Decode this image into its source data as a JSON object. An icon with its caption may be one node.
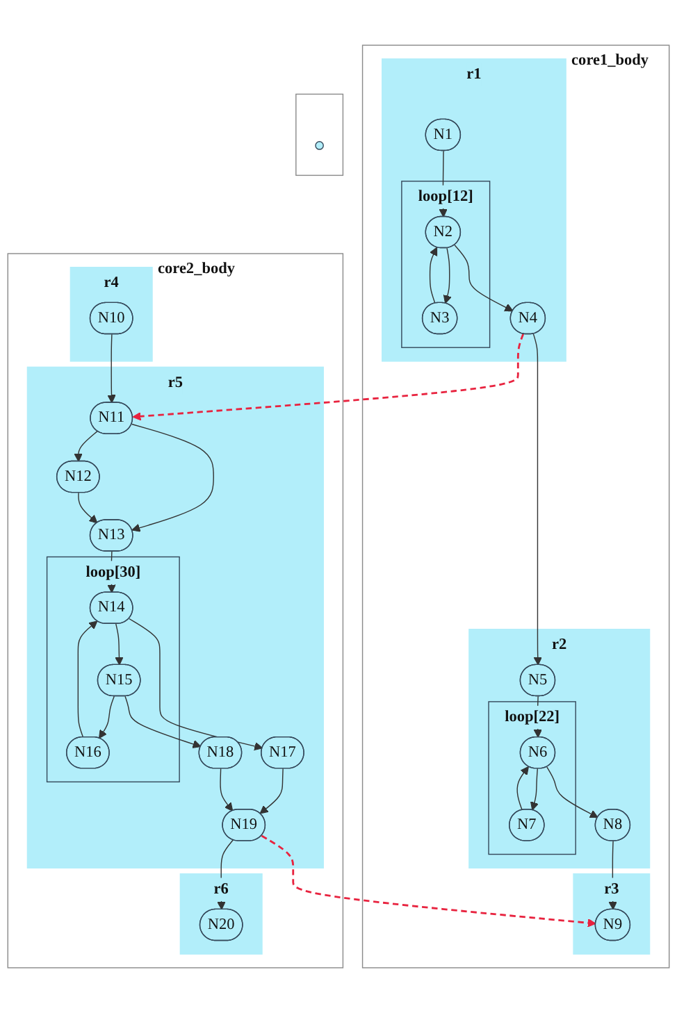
{
  "diagram": {
    "nodes": [
      {
        "text": [
          "core1_body"
        ]
      },
      {
        "text": [
          "r1"
        ],
        "in": 0
      },
      {
        "text": [
          "N1"
        ],
        "in": 1
      },
      {
        "text": [
          "loop[12]"
        ],
        "in": 1
      },
      {
        "text": [
          "N2"
        ],
        "in": 3
      },
      {
        "text": [
          "N3"
        ],
        "in": 3
      },
      {
        "text": [
          "N4"
        ],
        "in": 1
      },
      {
        "text": [
          "r2"
        ],
        "in": 0
      },
      {
        "text": [
          "N5"
        ],
        "in": 7
      },
      {
        "text": [
          "loop[22]"
        ],
        "in": 7
      },
      {
        "text": [
          "N6"
        ],
        "in": 9
      },
      {
        "text": [
          "N7"
        ],
        "in": 9
      },
      {
        "text": [
          "N8"
        ],
        "in": 7
      },
      {
        "text": [
          "r3"
        ],
        "in": 0
      },
      {
        "text": [
          "N9"
        ],
        "in": 13
      },
      {
        "text": [
          "core2_body"
        ]
      },
      {
        "text": [
          "r4"
        ],
        "in": 15
      },
      {
        "text": [
          "N10"
        ],
        "in": 16
      },
      {
        "text": [
          "r5"
        ],
        "in": 15
      },
      {
        "text": [
          "N11"
        ],
        "in": 18
      },
      {
        "text": [
          "N12"
        ],
        "in": 18
      },
      {
        "text": [
          "N13"
        ],
        "in": 18
      },
      {
        "text": [
          "loop[30]"
        ],
        "in": 18
      },
      {
        "text": [
          "N14"
        ],
        "in": 22
      },
      {
        "text": [
          "N15"
        ],
        "in": 22
      },
      {
        "text": [
          "N16"
        ],
        "in": 22
      },
      {
        "text": [
          "N17"
        ],
        "in": 18
      },
      {
        "text": [
          "N18"
        ],
        "in": 18
      },
      {
        "text": [
          "N19"
        ],
        "in": 18
      },
      {
        "text": [
          "r6"
        ],
        "in": 15
      },
      {
        "text": [
          "N20"
        ],
        "in": 29
      },
      {
        "text": [],
        "shape": "box"
      },
      {
        "text": [],
        "shape": "circle",
        "in": 31
      }
    ],
    "edges": [
      {
        "from": 2,
        "to": 4,
        "arrow": "to"
      },
      {
        "from": 4,
        "to": 5,
        "arrow": "to"
      },
      {
        "from": 5,
        "to": 4,
        "arrow": "to"
      },
      {
        "from": 4,
        "to": 6,
        "arrow": "to"
      },
      {
        "from": 6,
        "to": 19,
        "arrow": "to",
        "style": "dashed",
        "color": "#e8233f"
      },
      {
        "from": 6,
        "to": 8,
        "arrow": "to"
      },
      {
        "from": 8,
        "to": 10,
        "arrow": "to"
      },
      {
        "from": 10,
        "to": 11,
        "arrow": "to"
      },
      {
        "from": 11,
        "to": 10,
        "arrow": "to"
      },
      {
        "from": 10,
        "to": 12,
        "arrow": "to"
      },
      {
        "from": 12,
        "to": 14,
        "arrow": "to"
      },
      {
        "from": 17,
        "to": 19,
        "arrow": "to"
      },
      {
        "from": 19,
        "to": 20,
        "arrow": "to"
      },
      {
        "from": 19,
        "to": 21,
        "arrow": "to"
      },
      {
        "from": 20,
        "to": 21,
        "arrow": "to"
      },
      {
        "from": 21,
        "to": 23,
        "arrow": "to"
      },
      {
        "from": 23,
        "to": 24,
        "arrow": "to"
      },
      {
        "from": 24,
        "to": 25,
        "arrow": "to"
      },
      {
        "from": 25,
        "to": 23,
        "arrow": "to"
      },
      {
        "from": 23,
        "to": 26,
        "arrow": "to"
      },
      {
        "from": 24,
        "to": 27,
        "arrow": "to"
      },
      {
        "from": 26,
        "to": 28,
        "arrow": "to"
      },
      {
        "from": 27,
        "to": 28,
        "arrow": "to"
      },
      {
        "from": 28,
        "to": 30,
        "arrow": "to"
      },
      {
        "from": 28,
        "to": 14,
        "arrow": "to",
        "style": "dashed",
        "color": "#e8233f"
      }
    ]
  }
}
